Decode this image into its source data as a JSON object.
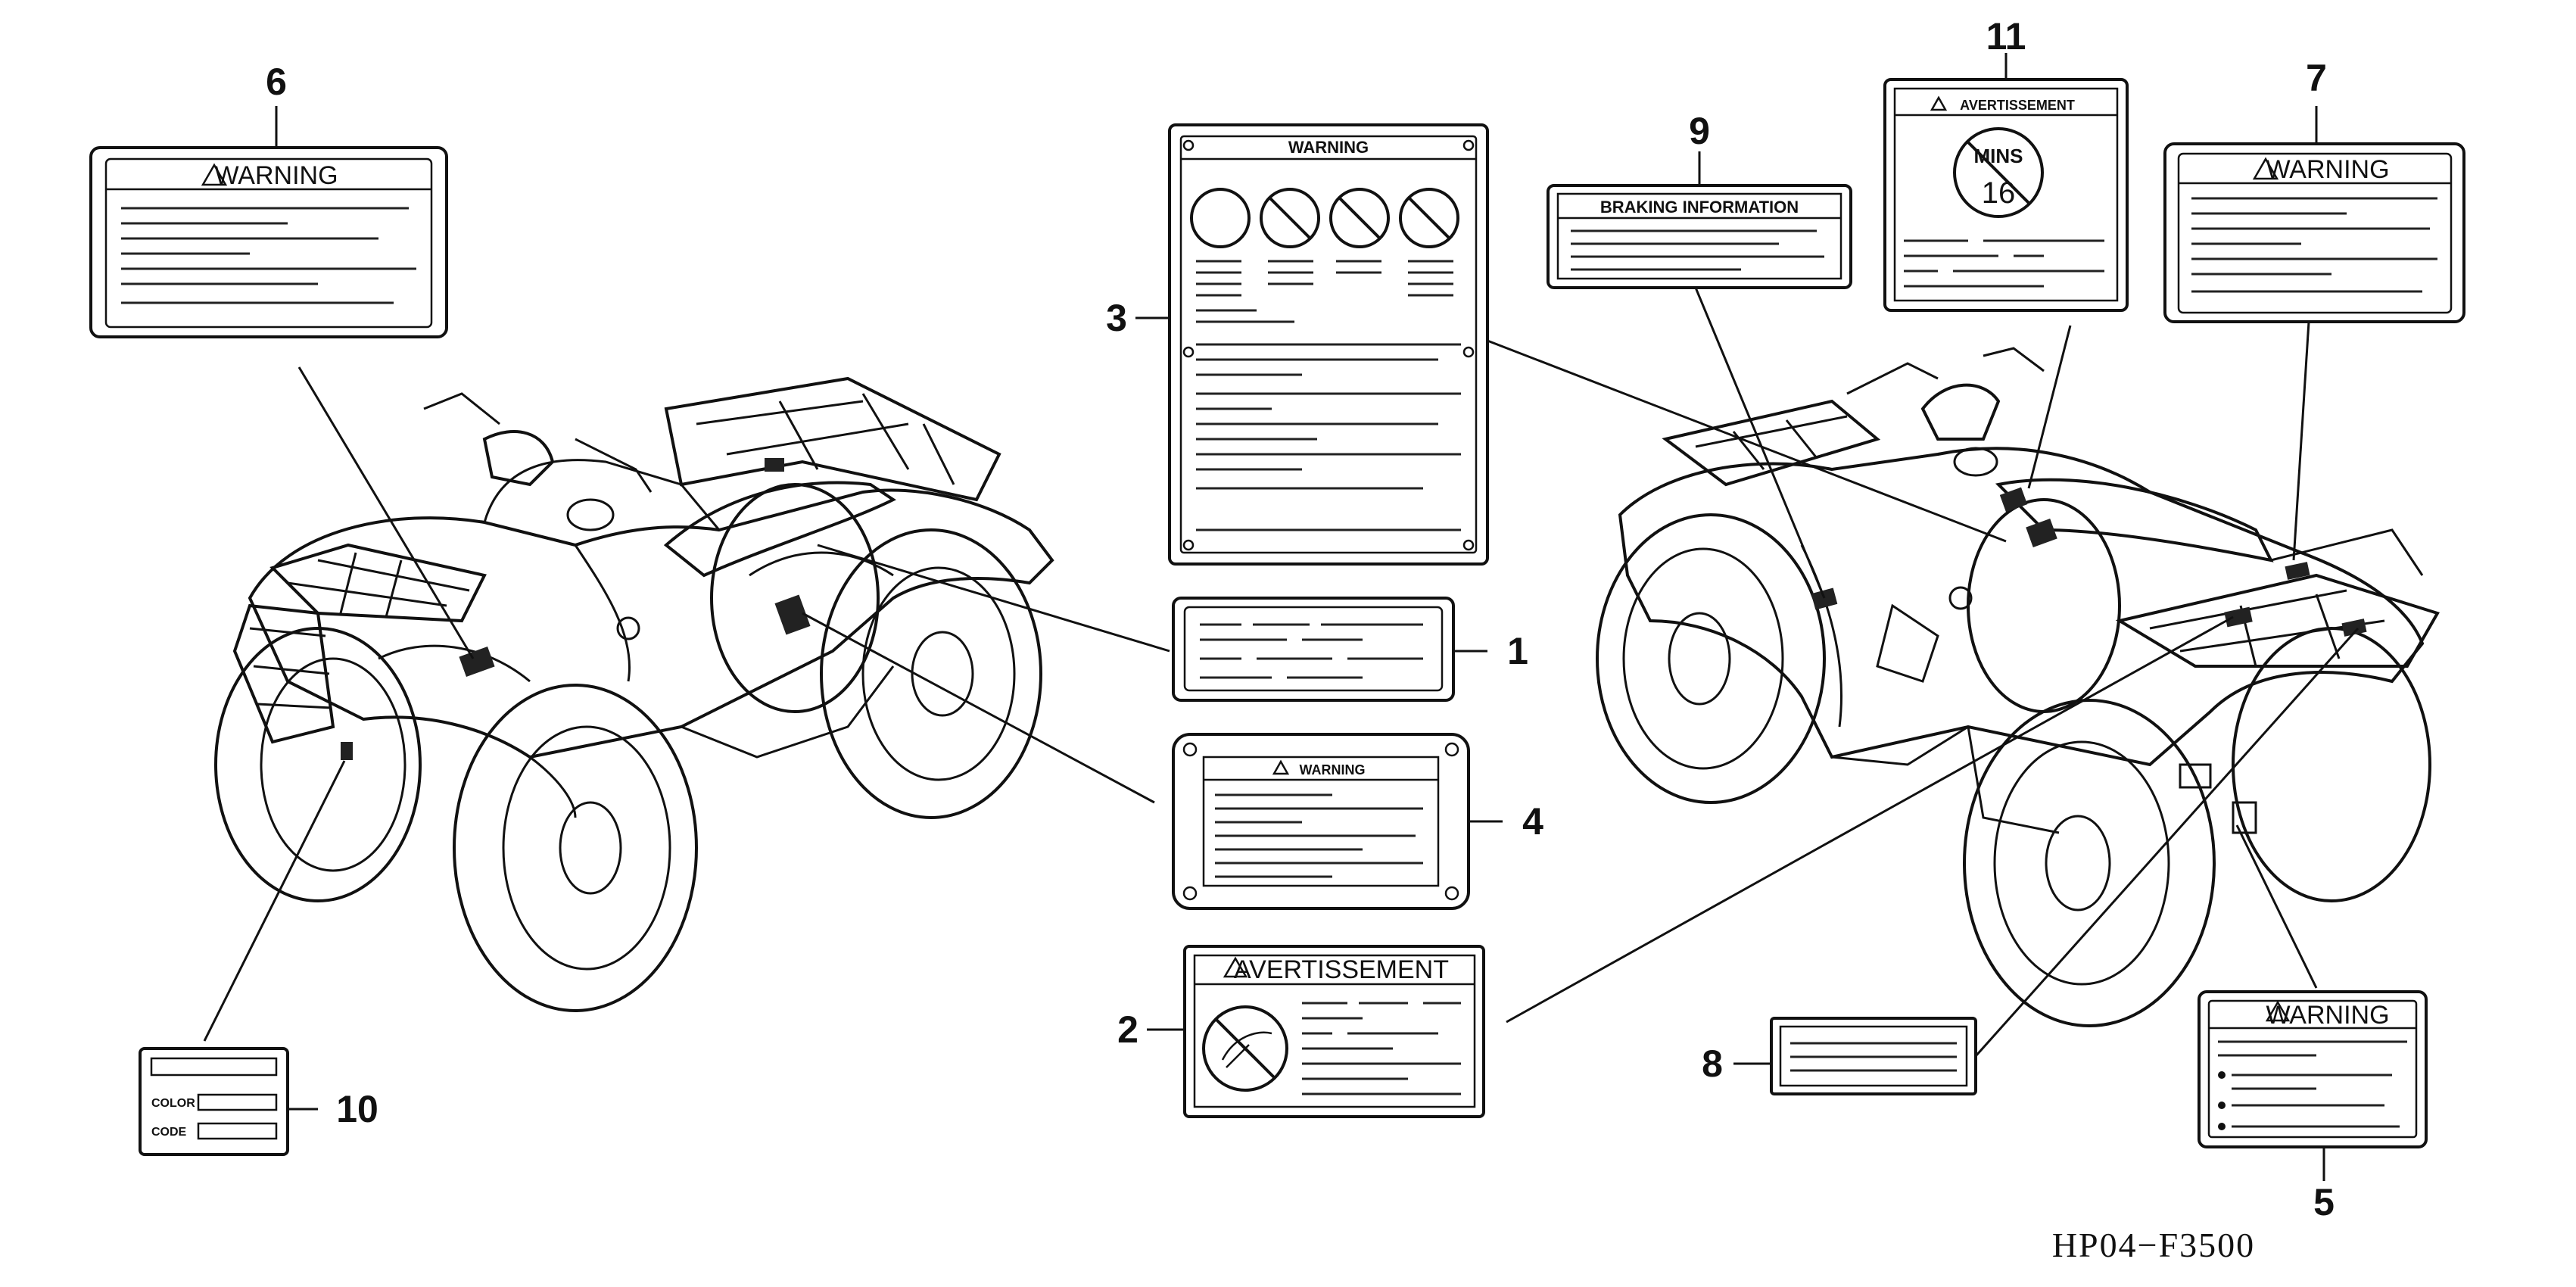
{
  "diagram": {
    "drawing_code": "HP04−F3500",
    "callouts": [
      {
        "id": "1",
        "label": "1"
      },
      {
        "id": "2",
        "label": "2"
      },
      {
        "id": "3",
        "label": "3"
      },
      {
        "id": "4",
        "label": "4"
      },
      {
        "id": "5",
        "label": "5"
      },
      {
        "id": "6",
        "label": "6"
      },
      {
        "id": "7",
        "label": "7"
      },
      {
        "id": "8",
        "label": "8"
      },
      {
        "id": "9",
        "label": "9"
      },
      {
        "id": "10",
        "label": "10"
      },
      {
        "id": "11",
        "label": "11"
      }
    ],
    "labels": {
      "label_6_title": "WARNING",
      "label_7_title": "WARNING",
      "label_3_title": "WARNING",
      "label_4_title": "WARNING",
      "label_5_title": "WARNING",
      "label_2_title": "AVERTISSEMENT",
      "label_11_title": "AVERTISSEMENT",
      "label_9_title": "BRAKING INFORMATION",
      "label_11_badge": "16",
      "label_11_badge_text": "MINS",
      "label_10_color": "COLOR",
      "label_10_code": "CODE"
    },
    "icons": {
      "warning_triangle": "warning-triangle-icon",
      "prohibition": "prohibition-icon"
    },
    "line_color": "#111111"
  }
}
